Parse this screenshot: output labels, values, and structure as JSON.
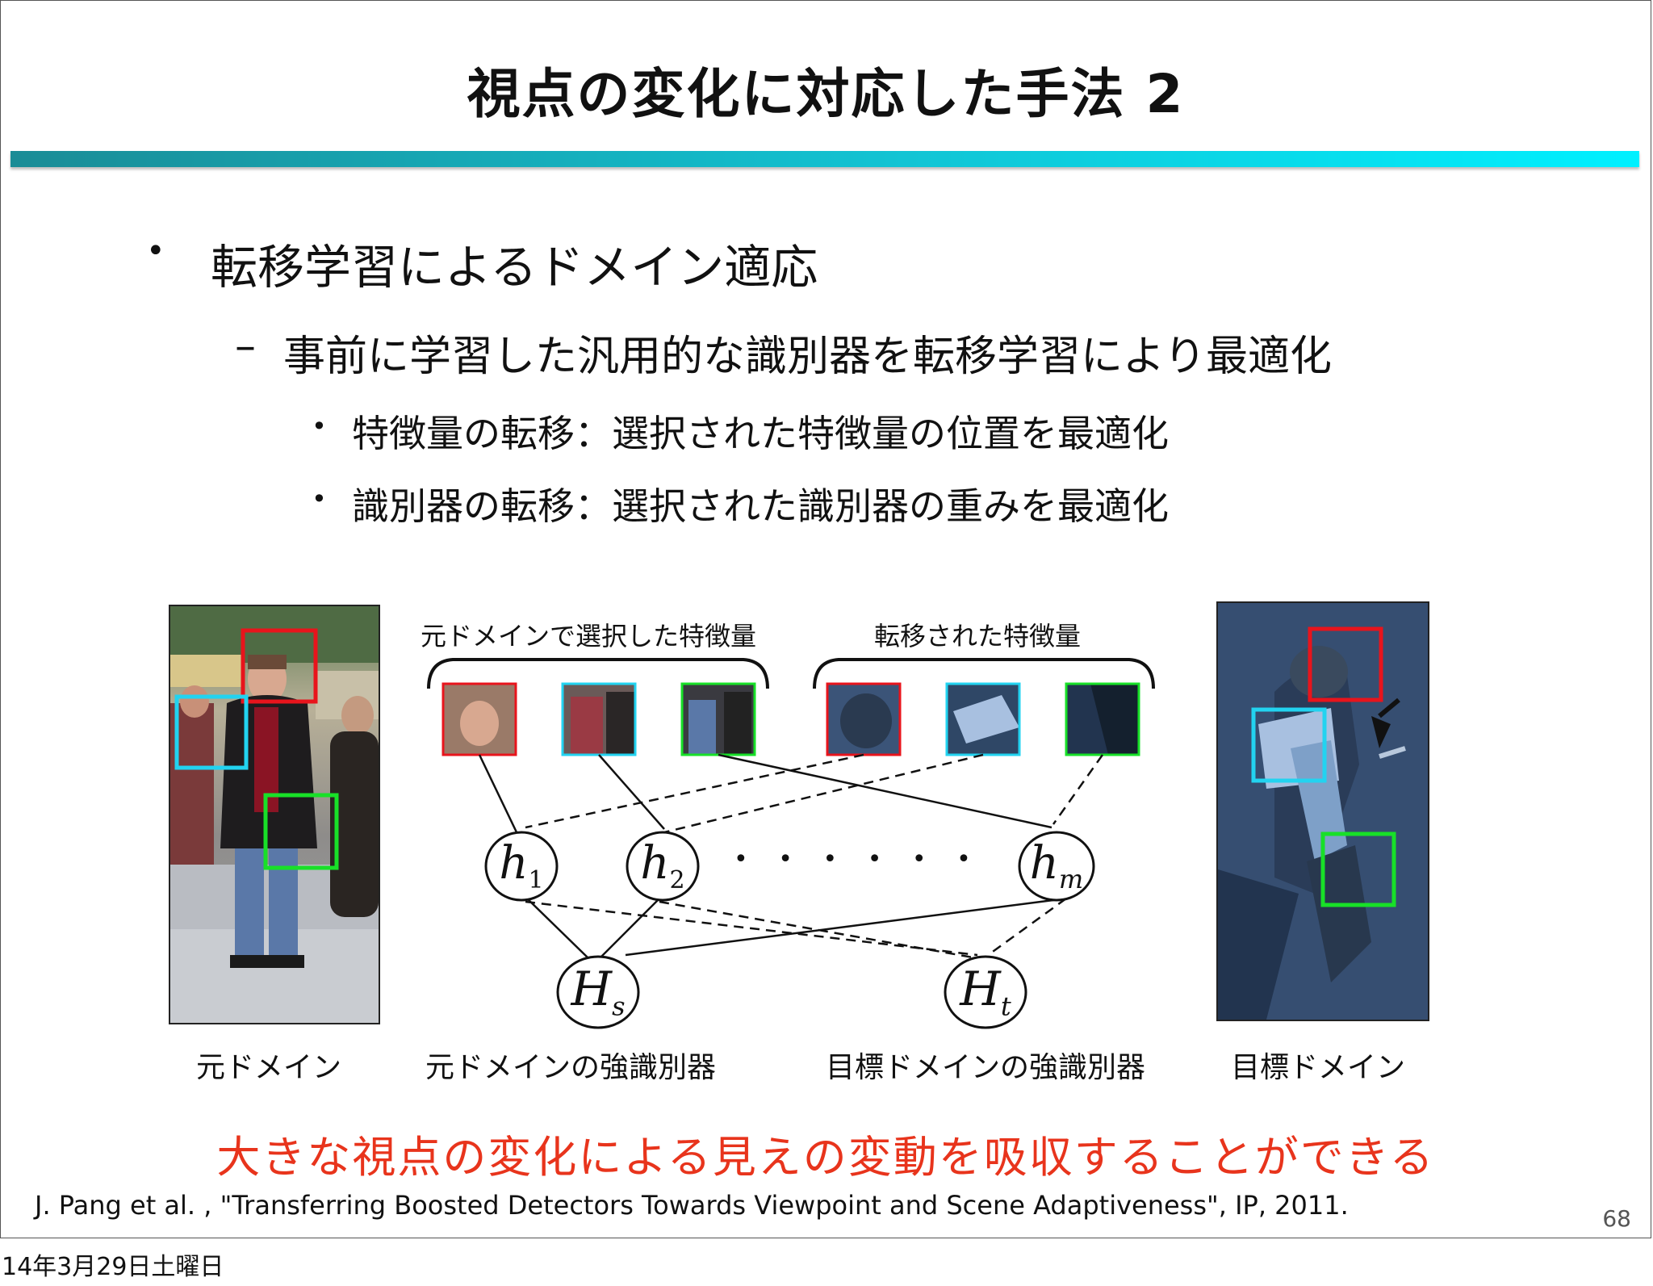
{
  "slide": {
    "title": "視点の変化に対応した手法 2",
    "bullets": {
      "level1": "転移学習によるドメイン適応",
      "level2": "事前に学習した汎用的な識別器を転移学習により最適化",
      "level3": [
        "特徴量の転移：選択された特徴量の位置を最適化",
        "識別器の転移：選択された識別器の重みを最適化"
      ]
    },
    "figure": {
      "label_source_features": "元ドメインで選択した特徴量",
      "label_transferred_features": "転移された特徴量",
      "nodes": {
        "h1": {
          "base": "h",
          "sub": "1"
        },
        "h2": {
          "base": "h",
          "sub": "2"
        },
        "hm": {
          "base": "h",
          "sub": "m"
        },
        "Hs": {
          "base": "H",
          "sub": "s"
        },
        "Ht": {
          "base": "H",
          "sub": "t"
        }
      },
      "ellipsis": "• • • • • •",
      "captions": {
        "source_domain": "元ドメイン",
        "source_strong": "元ドメインの強識別器",
        "target_strong": "目標ドメインの強識別器",
        "target_domain": "目標ドメイン"
      },
      "box_colors": {
        "red": "#e8141c",
        "cyan": "#22d3f0",
        "green": "#18e028"
      }
    },
    "conclusion": "大きな視点の変化による見えの変動を吸収することができる",
    "citation": "J. Pang et al. , \"Transferring Boosted Detectors Towards Viewpoint and Scene Adaptiveness\", IP, 2011.",
    "page_number": "68"
  },
  "datestamp": "14年3月29日土曜日"
}
